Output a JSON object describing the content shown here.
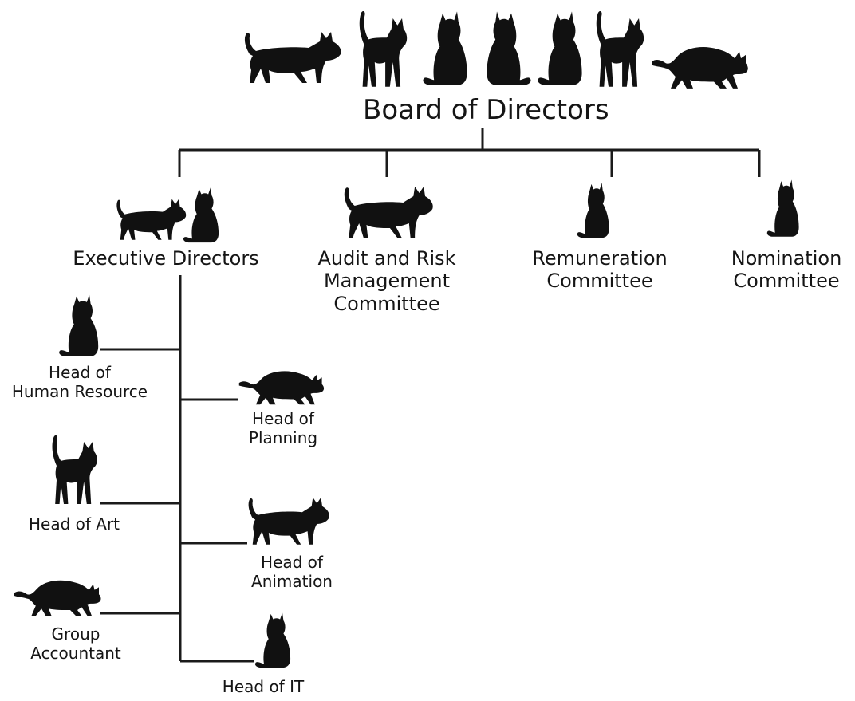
{
  "colors": {
    "line": "#1a1a1a",
    "silhouette": "#111111",
    "text": "#151515"
  },
  "board": {
    "label": "Board of Directors",
    "cat_icons": [
      "walking-cat-icon",
      "standing-cat-icon",
      "sitting-cat-icon",
      "sitting-cat-icon",
      "sitting-cat-icon",
      "standing-cat-icon",
      "stalking-cat-icon"
    ]
  },
  "committees": [
    {
      "lines": [
        "Executive Directors"
      ],
      "icon": "walking-and-sitting-cats-icon"
    },
    {
      "lines": [
        "Audit and Risk",
        "Management",
        "Committee"
      ],
      "icon": "walking-cat-icon"
    },
    {
      "lines": [
        "Remuneration",
        "Committee"
      ],
      "icon": "sitting-cat-icon"
    },
    {
      "lines": [
        "Nomination",
        "Committee"
      ],
      "icon": "sitting-cat-icon"
    }
  ],
  "executive_reports": [
    {
      "lines": [
        "Head of",
        "Human Resource"
      ],
      "icon": "sitting-cat-icon"
    },
    {
      "lines": [
        "Head of",
        "Planning"
      ],
      "icon": "stalking-cat-icon"
    },
    {
      "lines": [
        "Head of Art"
      ],
      "icon": "standing-cat-icon"
    },
    {
      "lines": [
        "Head of",
        "Animation"
      ],
      "icon": "walking-cat-icon"
    },
    {
      "lines": [
        "Group",
        "Accountant"
      ],
      "icon": "stalking-cat-icon"
    },
    {
      "lines": [
        "Head of IT"
      ],
      "icon": "sitting-cat-icon"
    }
  ]
}
